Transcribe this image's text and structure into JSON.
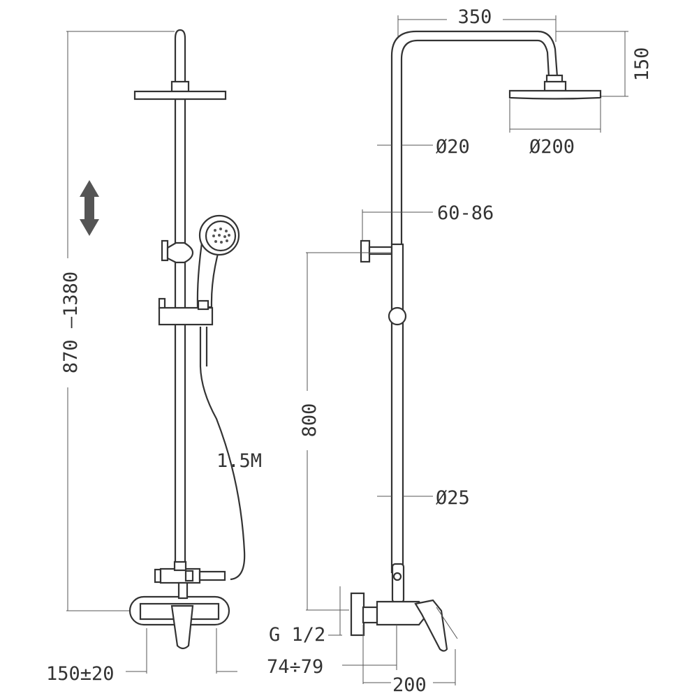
{
  "labels": {
    "width_top": "350",
    "drop_height": "150",
    "pipe_dia_top": "Ø20",
    "head_dia": "Ø200",
    "arm_range": "60-86",
    "height_range": "870 –1380",
    "hose_length": "1.5M",
    "slide_height": "800",
    "pipe_dia_bottom": "Ø25",
    "thread": "G  1/2",
    "inlet_range": "74÷79",
    "mixer_projection": "200",
    "inlet_spacing": "150±20"
  },
  "colors": {
    "stroke": "#333333",
    "dimension": "#555555",
    "arrow": "#555555"
  },
  "icons": {
    "adjust": "double-vertical-arrow-icon"
  }
}
